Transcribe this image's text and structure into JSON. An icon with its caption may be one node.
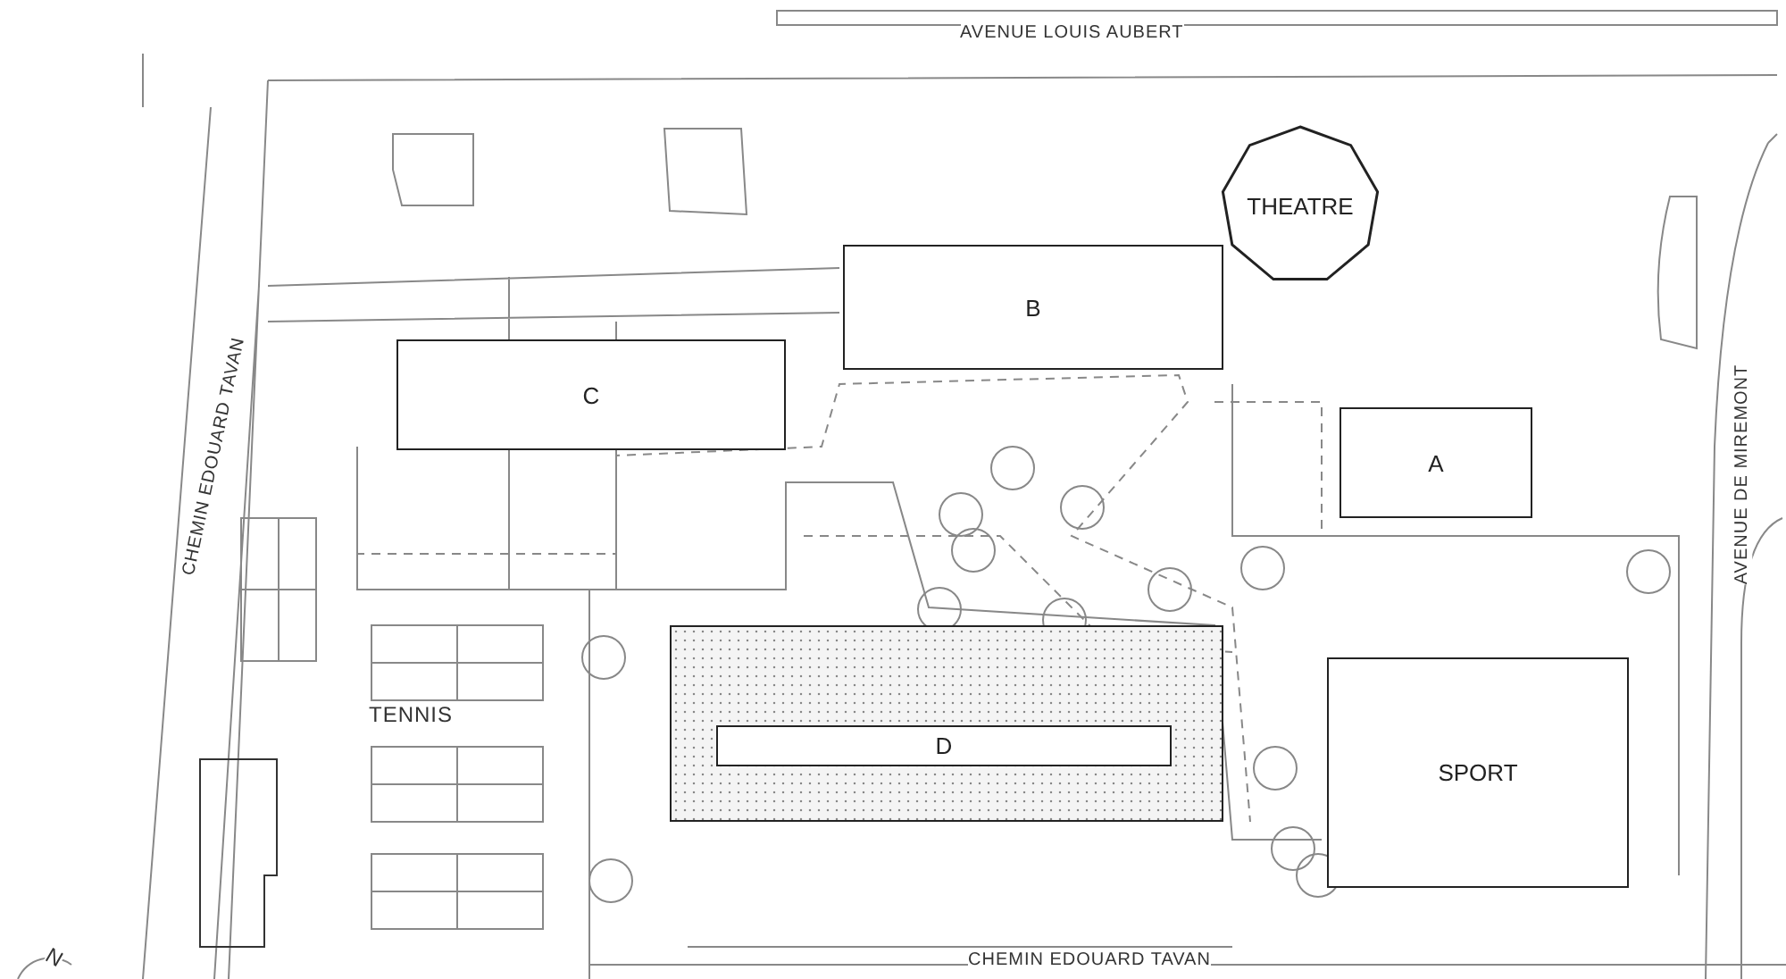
{
  "diagram": {
    "nodes": [
      {
        "text": [
          "THEATRE"
        ]
      },
      {
        "text": [
          "B"
        ]
      },
      {
        "text": [
          "C"
        ]
      },
      {
        "text": [
          "A"
        ]
      },
      {
        "text": [
          "D"
        ]
      },
      {
        "text": [
          "SPORT"
        ]
      }
    ],
    "labels": [
      "AVENUE LOUIS AUBERT",
      "CHEMIN EDOUARD TAVAN",
      "AVENUE DE MIREMONT",
      "TENNIS",
      "N",
      "CHEMIN EDOUARD TAVAN"
    ]
  }
}
